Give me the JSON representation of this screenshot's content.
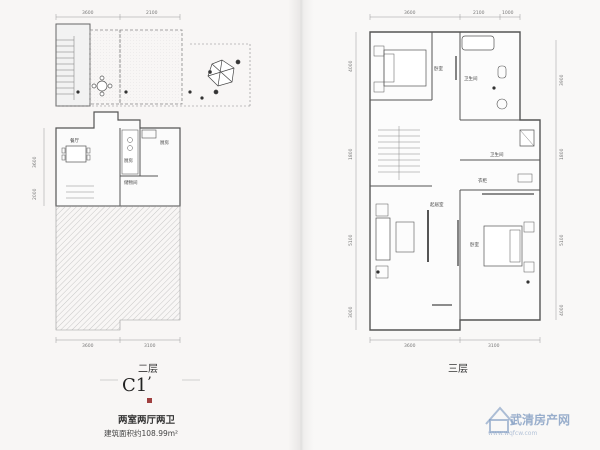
{
  "floor2": {
    "title": "二层",
    "dims_top": [
      "3600",
      "2100"
    ],
    "dims_bottom": [
      "3600",
      "3100"
    ],
    "dims_left": [
      "3600",
      "2000"
    ],
    "room_labels": [
      "餐厅",
      "厨房",
      "储物间",
      "厨房"
    ]
  },
  "floor3": {
    "title": "三层",
    "dims_top": [
      "3600",
      "2100",
      "1000"
    ],
    "dims_bottom": [
      "3600",
      "3100"
    ],
    "dims_left": [
      "4000",
      "1800",
      "5100",
      "3000"
    ],
    "dims_right": [
      "3900",
      "1800",
      "5100",
      "4000"
    ],
    "room_labels": [
      "卧室",
      "卫生间",
      "卫生间",
      "衣柜",
      "起居室",
      "卧室"
    ]
  },
  "plan": {
    "code": "C1",
    "code_mark": "’",
    "description": "两室两厅两卫",
    "area_text": "建筑面积约108.99m²"
  },
  "watermark": {
    "text": "武清房产网",
    "url": "www.wqfcw.com"
  },
  "colors": {
    "wall": "#555555",
    "hatch": "#9a9a9a",
    "accent_red": "#a04040"
  }
}
